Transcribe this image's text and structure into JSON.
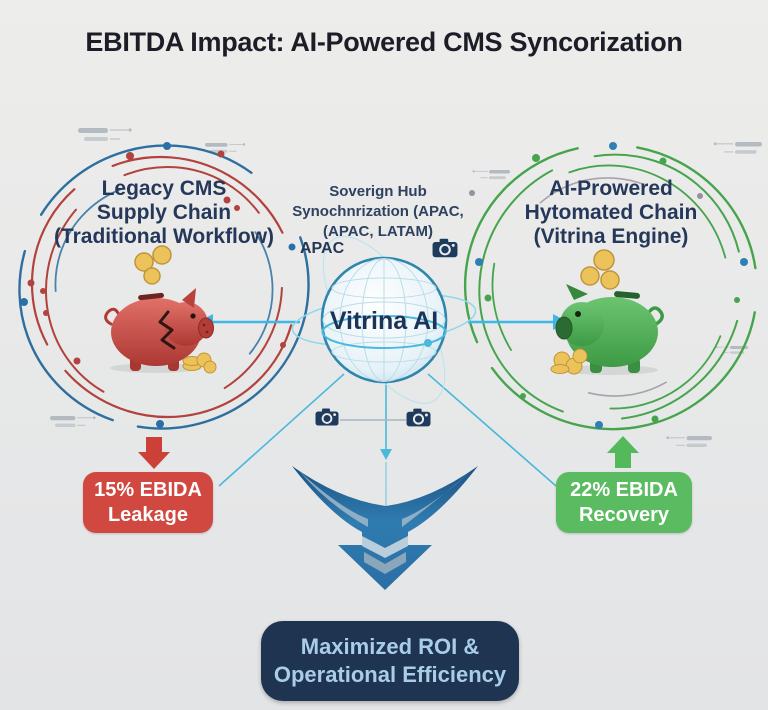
{
  "title": "EBITDA Impact: AI-Powered CMS Syncorization",
  "left_circle": {
    "heading_lines": [
      "Legacy CMS",
      "Supply Chain",
      "(Traditional Workflow)"
    ]
  },
  "center": {
    "heading_lines": [
      "Soverign Hub",
      "Synochnrization (APAC,",
      "(APAC, LATAM)"
    ],
    "region_label": "APAC",
    "globe_label": "Vitrina AI"
  },
  "right_circle": {
    "heading_lines": [
      "AI-Prowered",
      "Hytomated Chain",
      "(Vitrina Engine)"
    ]
  },
  "badges": {
    "leakage": {
      "line1": "15% EBIDA",
      "line2": "Leakage"
    },
    "recovery": {
      "line1": "22% EBIDA",
      "line2": "Recovery"
    },
    "outcome": {
      "line1": "Maximized ROI &",
      "line2": "Operational Efficiency"
    }
  },
  "icons": {
    "camera-icon": "camera glyph (svg shape)",
    "piggy-bank-broken-icon": "cracked red piggy bank with coins (svg shape)",
    "piggy-bank-green-icon": "green piggy bank with coins (svg shape)",
    "globe-icon": "wireframe globe with orbit rings (svg shape)",
    "down-arrow-icon": "solid red down arrow",
    "up-arrow-icon": "solid green up arrow",
    "merge-arrow-icon": "two streams merging into large blue down arrow",
    "circuit-trace-icon": "gray circuit-board dashes (decorative)"
  },
  "colors": {
    "background": "#e7e8e8",
    "title_text": "#1d1d28",
    "heading_text": "#25385a",
    "ring_blue": "#2e6f9f",
    "ring_red": "#b2423e",
    "ring_green": "#46a44c",
    "teal_line": "#49b9dc",
    "arrow_teal": "#3db7e8",
    "badge_red": "#d14840",
    "badge_green": "#5bbb60",
    "badge_navy": "#1e3450",
    "badge_navy_text": "#a9cde9",
    "merge_arrow_blue": "#2a6ea6",
    "coin_gold": "#ecc35b",
    "pig_red": "#b03a35",
    "pig_green": "#3e9a45"
  }
}
